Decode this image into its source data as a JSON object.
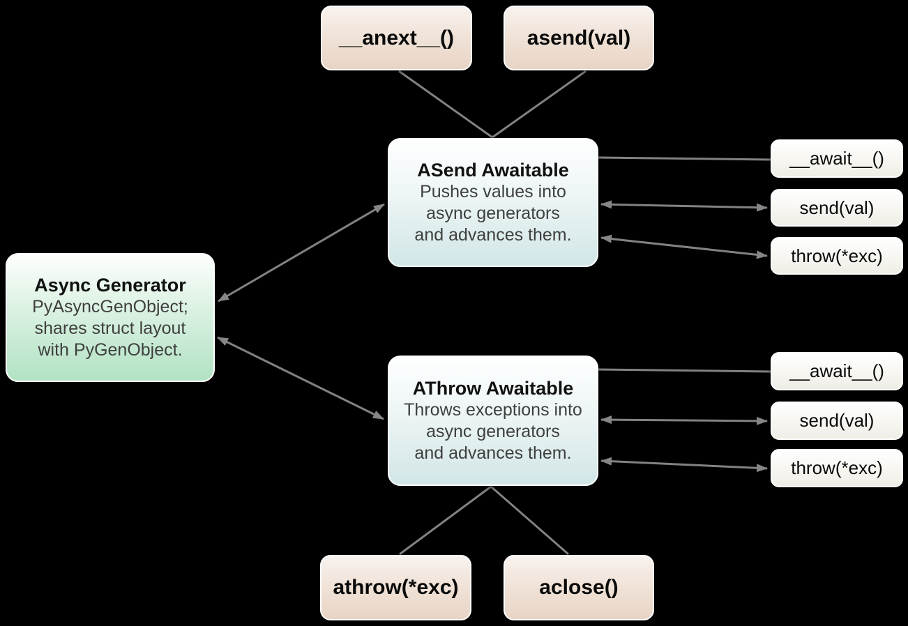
{
  "diagram": {
    "background_color": "#000000",
    "arrow_color": "#828282",
    "colors": {
      "caller_pill_top": "#f8f2ee",
      "caller_pill_bottom": "#e8d4c5",
      "awaitable_top": "#feffff",
      "awaitable_bottom": "#d2e6e7",
      "generator_top": "#fdfffd",
      "generator_bottom": "#b2e2c3",
      "method_top": "#ffffff",
      "method_bottom": "#eeede6"
    },
    "nodes": {
      "anext": {
        "label": "__anext__()"
      },
      "asend": {
        "label": "asend(val)"
      },
      "asend_awaitable": {
        "title": "ASend Awaitable",
        "body": [
          "Pushes values into",
          "async generators",
          "and advances them."
        ]
      },
      "async_generator": {
        "title": "Async Generator",
        "body": [
          "PyAsyncGenObject;",
          "shares struct layout",
          "with PyGenObject."
        ]
      },
      "athrow_awaitable": {
        "title": "AThrow Awaitable",
        "body": [
          "Throws exceptions into",
          "async generators",
          "and advances them."
        ]
      },
      "asend_methods": [
        "__await__()",
        "send(val)",
        "throw(*exc)"
      ],
      "athrow_methods": [
        "__await__()",
        "send(val)",
        "throw(*exc)"
      ],
      "athrow_call": {
        "label": "athrow(*exc)"
      },
      "aclose": {
        "label": "aclose()"
      }
    }
  }
}
